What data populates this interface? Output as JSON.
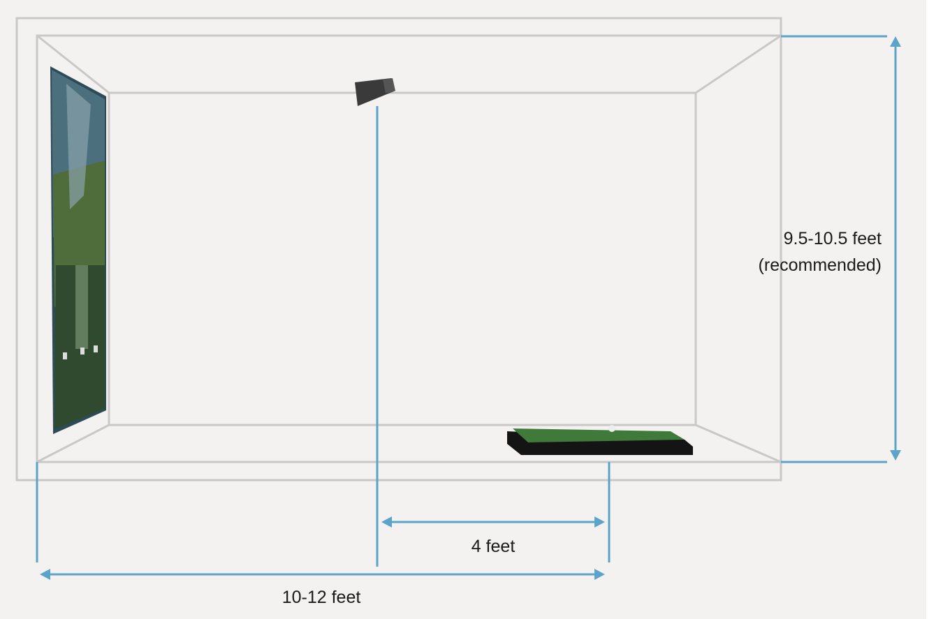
{
  "colors": {
    "background": "#f3f2f1",
    "room_lines": "#c9c8c6",
    "dimension_lines": "#5ba3c9",
    "projector": "#3a3a3a",
    "mat_turf": "#3f7a3a",
    "mat_base": "#141414",
    "screen_image": "#3c5a3a"
  },
  "icons": {
    "projector": "projector-icon",
    "hitting_mat": "hitting-mat-icon",
    "golf_ball": "golf-ball-icon",
    "screen": "screen-icon"
  },
  "labels": {
    "ceiling_height_line1": "9.5-10.5 feet",
    "ceiling_height_line2": "(recommended)",
    "projector_to_tee": "4 feet",
    "screen_to_tee": "10-12 feet"
  }
}
